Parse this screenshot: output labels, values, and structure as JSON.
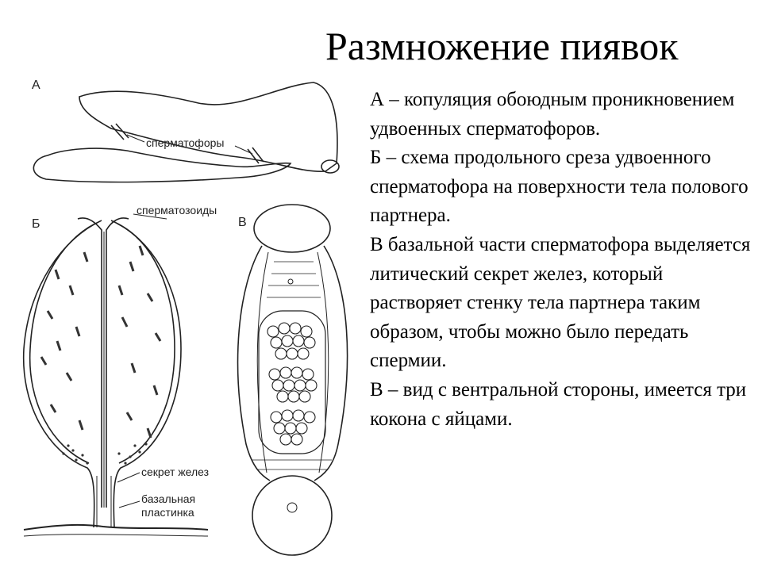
{
  "title": "Размножение пиявок",
  "paragraphs": [
    "А – копуляция обоюдным проникновением удвоенных сперматофоров.",
    "Б – схема продольного среза удвоенного сперматофора на поверхности тела полового партнера.",
    "В базальной части сперматофора выделяется литический секрет желез, который растворяет стенку тела партнера таким образом, чтобы можно было передать спермии.",
    "В – вид с вентральной стороны, имеется три кокона с яйцами."
  ],
  "figure": {
    "panel_a": "А",
    "panel_b": "Б",
    "panel_v": "В",
    "label_spermatophores": "сперматофоры",
    "label_spermatozoa": "сперматозоиды",
    "label_gland_secret": "секрет желез",
    "label_basal_1": "базальная",
    "label_basal_2": "пластинка"
  }
}
